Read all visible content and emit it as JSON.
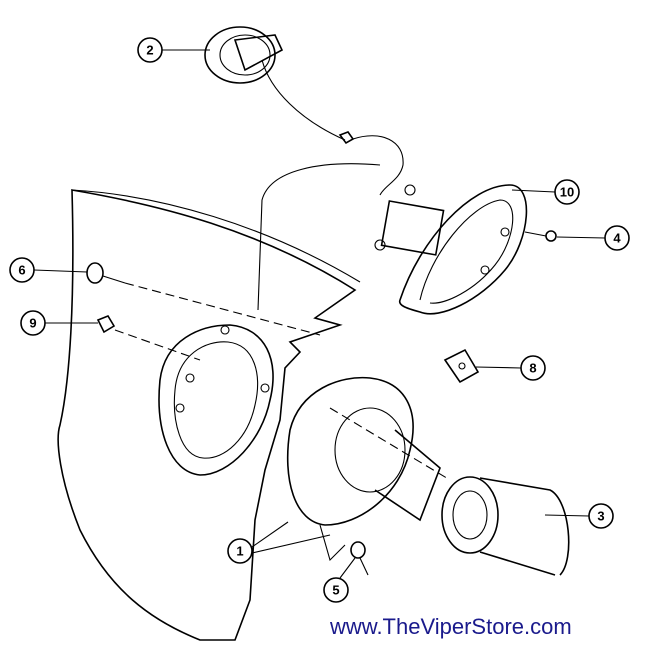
{
  "diagram": {
    "callouts": [
      {
        "id": "callout-2",
        "label": "2"
      },
      {
        "id": "callout-10",
        "label": "10"
      },
      {
        "id": "callout-4",
        "label": "4"
      },
      {
        "id": "callout-6",
        "label": "6"
      },
      {
        "id": "callout-9",
        "label": "9"
      },
      {
        "id": "callout-8",
        "label": "8"
      },
      {
        "id": "callout-3",
        "label": "3"
      },
      {
        "id": "callout-1",
        "label": "1"
      },
      {
        "id": "callout-5",
        "label": "5"
      }
    ],
    "watermark_url": "www.TheViperStore.com",
    "colors": {
      "url": "#1a1a8c",
      "line": "#000000"
    }
  }
}
